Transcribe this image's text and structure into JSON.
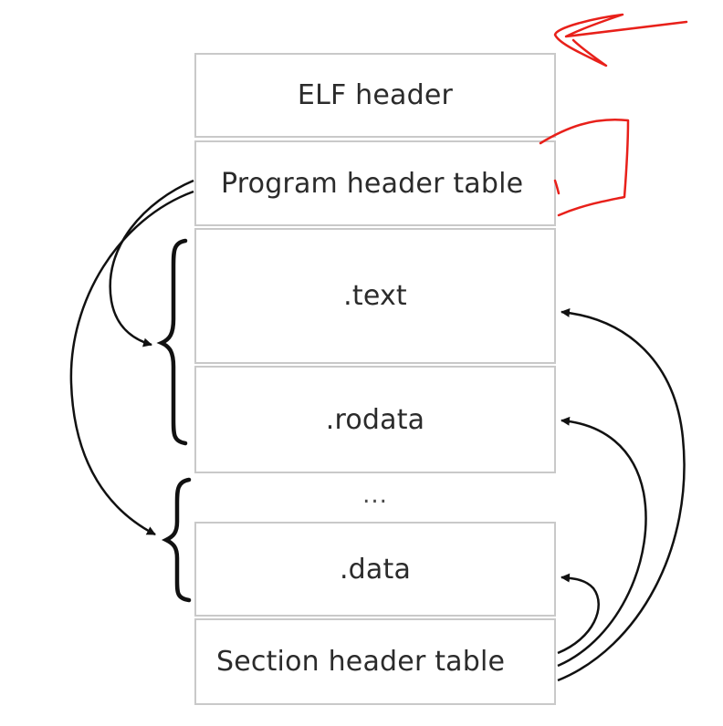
{
  "diagram": {
    "boxes": {
      "elf_header": "ELF header",
      "program_header_table": "Program header table",
      "text": ".text",
      "rodata": ".rodata",
      "data": ".data",
      "section_header_table": "Section header table"
    },
    "ellipsis": "...",
    "colors": {
      "box_border": "#c9c9c9",
      "text": "#2b2b2b",
      "arrows": "#111111",
      "annotation": "#e8201a"
    }
  }
}
